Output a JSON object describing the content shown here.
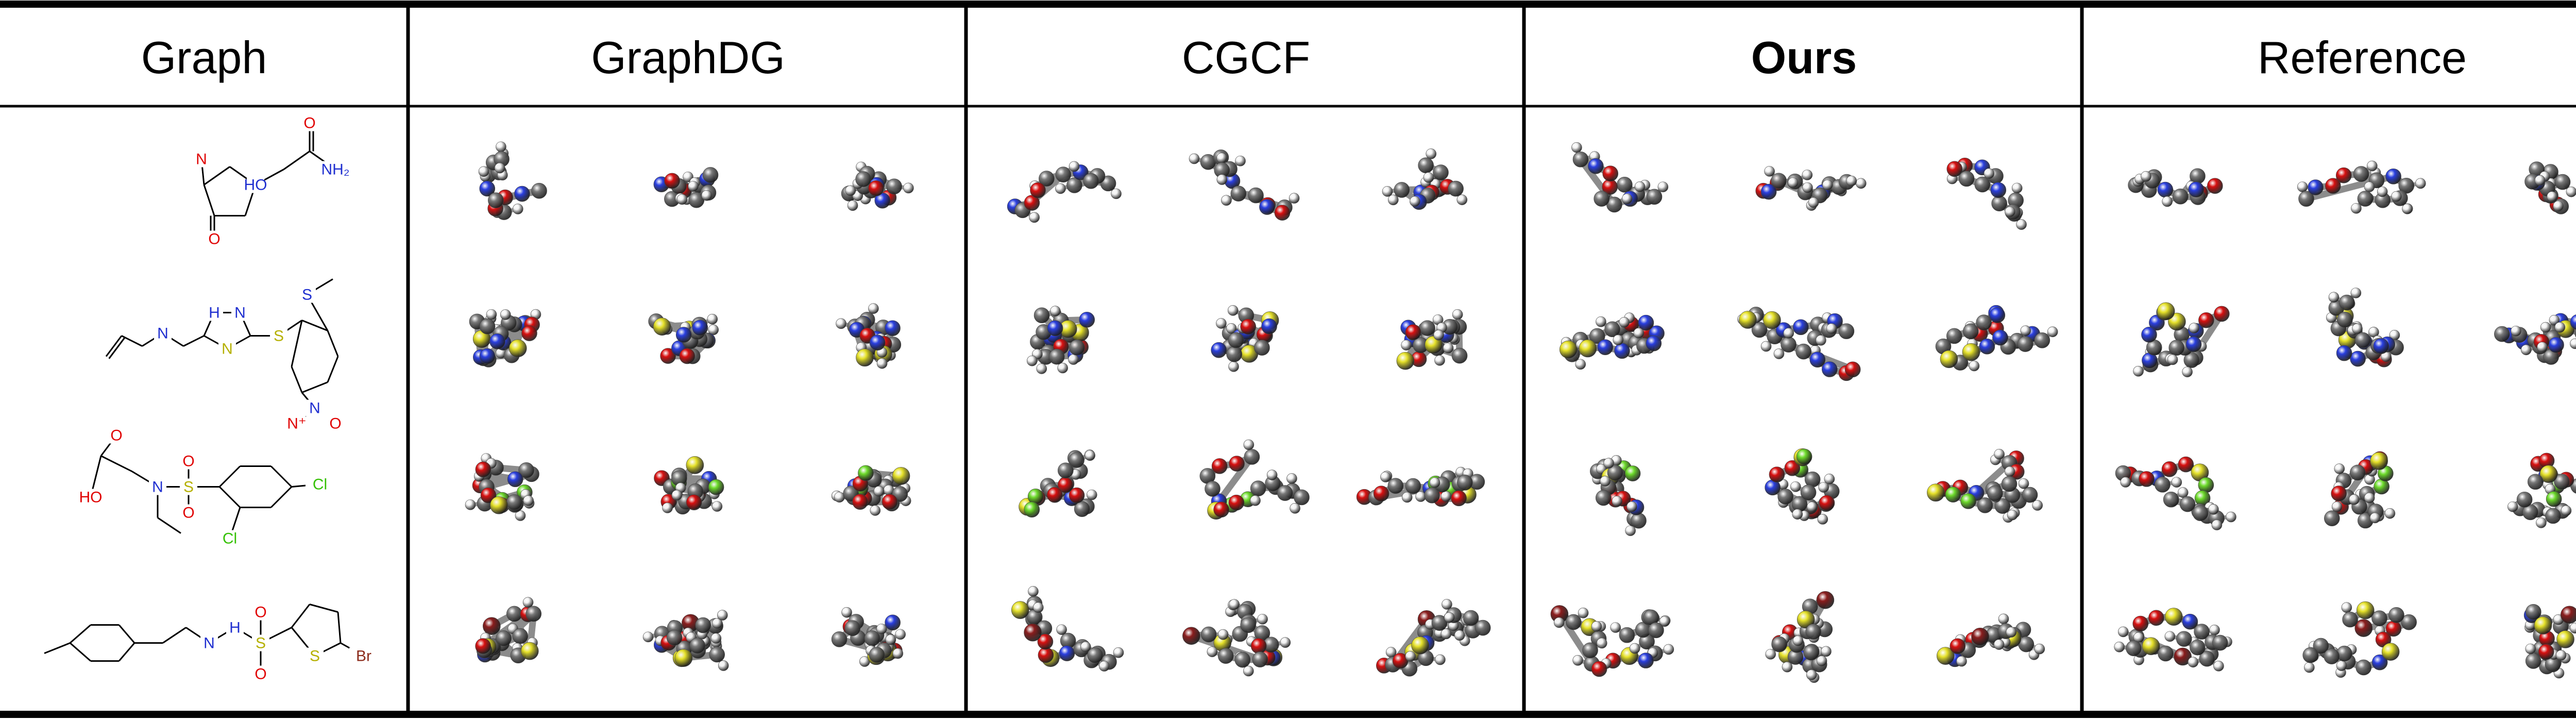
{
  "columns": [
    {
      "label": "Graph",
      "bold": false
    },
    {
      "label": "GraphDG",
      "bold": false
    },
    {
      "label": "CGCF",
      "bold": false
    },
    {
      "label": "Ours",
      "bold": true
    },
    {
      "label": "Reference",
      "bold": false
    }
  ],
  "rows": [
    {
      "name": "hydroxy-pyrrolidinone-acetamide",
      "graph_labels": [
        "HO",
        "N",
        "NH₂",
        "O",
        "O"
      ]
    },
    {
      "name": "allylamino-thiadiazole-nitropyridine",
      "graph_labels": [
        "N",
        "H",
        "N",
        "N",
        "S",
        "S",
        "N",
        "N⁺",
        "O",
        "O⁻"
      ]
    },
    {
      "name": "dichlorophenylsulfonyl-glycine",
      "graph_labels": [
        "O",
        "HO",
        "N",
        "S",
        "O",
        "O",
        "Cl",
        "Cl"
      ]
    },
    {
      "name": "methylbenzyl-bromothiophene-sulfonamide",
      "graph_labels": [
        "N",
        "H",
        "S",
        "O",
        "O",
        "S",
        "Br"
      ]
    }
  ],
  "atom_colors": {
    "carbon": "#7a7a7a",
    "hydrogen": "#f2f2f2",
    "oxygen": "#d81010",
    "nitrogen": "#2a3fe0",
    "sulfur": "#e6e22a",
    "chlorine": "#6edc2c",
    "bromine": "#8a1d1d"
  },
  "line_colors": {
    "bond": "#000000",
    "oxygen": "#e00000",
    "nitrogen": "#1f2fd0",
    "sulfur": "#b5b000",
    "chlorine": "#33c000",
    "bromine": "#8b2a1a"
  }
}
